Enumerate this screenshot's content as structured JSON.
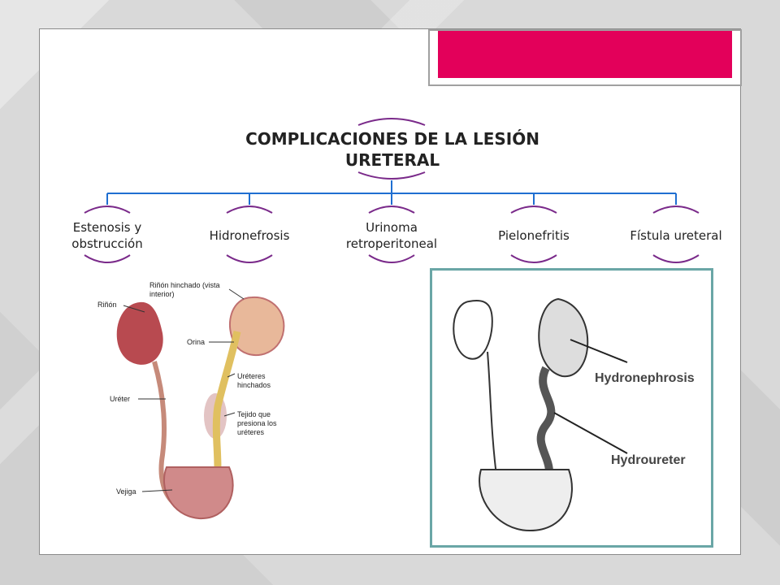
{
  "diagram": {
    "root": "COMPLICACIONES DE LA LESIÓN URETERAL",
    "children": [
      "Estenosis y obstrucción",
      "Hidronefrosis",
      "Urinoma retroperitoneal",
      "Pielonefritis",
      "Fístula ureteral"
    ]
  },
  "colors": {
    "connector": "#1f6fd1",
    "arc": "#7a2a8a",
    "title_fill": "#e3005a",
    "panel_border": "#6aa6a6"
  },
  "left_figure": {
    "labels": {
      "kidney": "Riñón",
      "swollen_kidney": "Riñón hinchado (vista interior)",
      "urine": "Orina",
      "swollen_ureters": "Uréteres hinchados",
      "tissue": "Tejido que presiona los uréteres",
      "ureter": "Uréter",
      "bladder": "Vejiga"
    }
  },
  "right_figure": {
    "labels": {
      "hydronephrosis": "Hydronephrosis",
      "hydroureter": "Hydroureter"
    }
  }
}
